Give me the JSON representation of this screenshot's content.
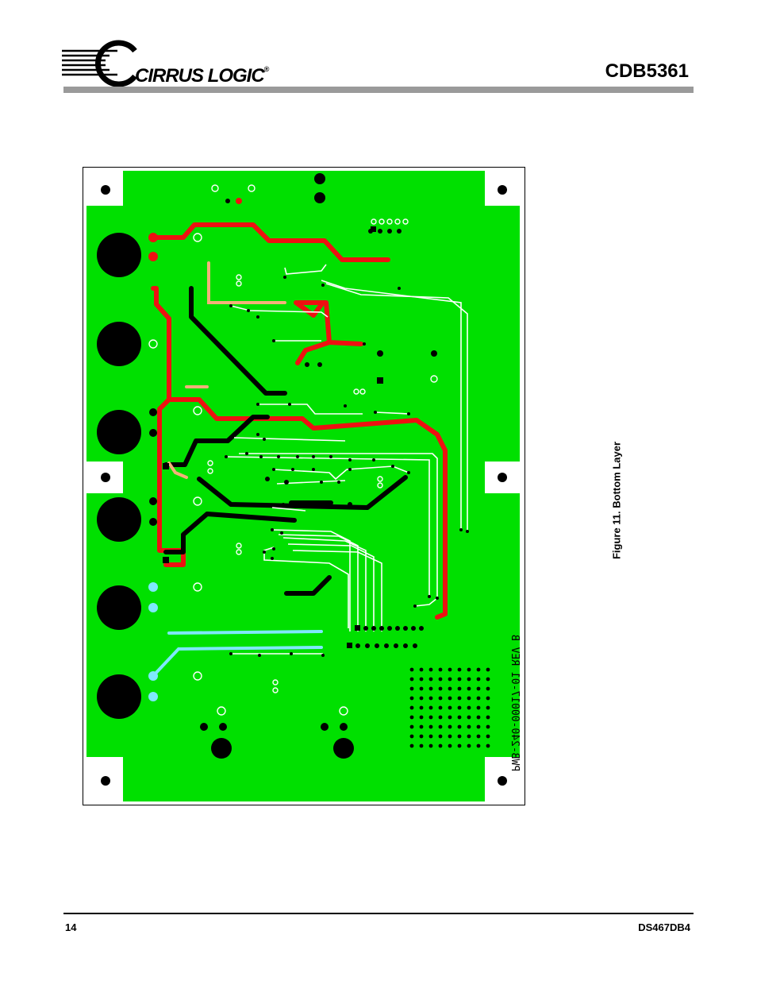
{
  "header": {
    "company_name": "CIRRUS LOGIC",
    "registered_mark": "®",
    "document_title": "CDB5361"
  },
  "figure": {
    "caption": "Figure 11.  Bottom Layer",
    "silkscreen_text": "PWB-240-00017-01 REV B",
    "colors": {
      "copper_pour": "#00e000",
      "trace_red": "#ee1111",
      "trace_black": "#000000",
      "trace_orange": "#f5b07a",
      "trace_cyan": "#7fe8ff"
    }
  },
  "footer": {
    "page_number": "14",
    "document_code": "DS467DB4"
  }
}
